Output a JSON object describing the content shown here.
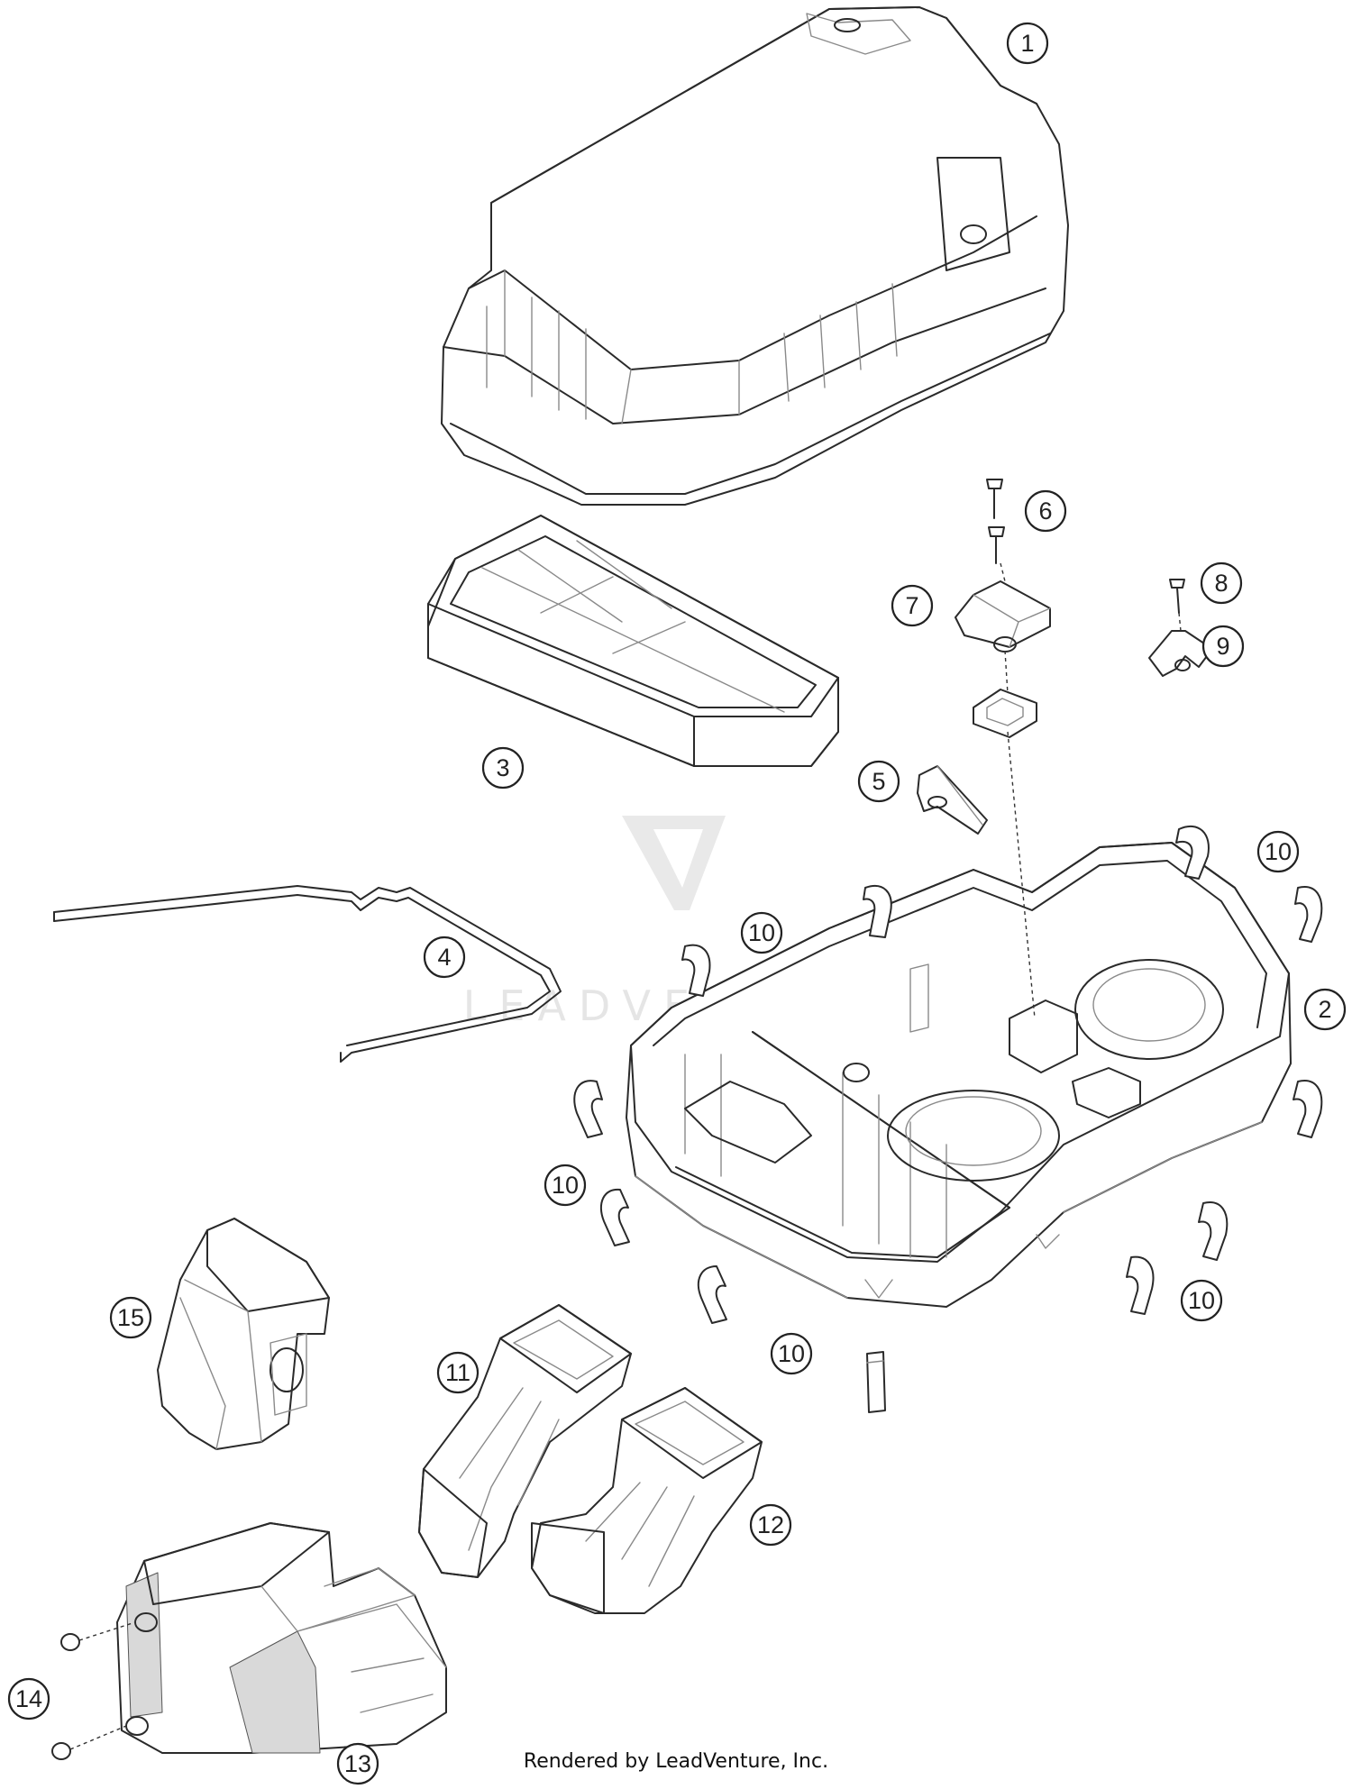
{
  "callouts": [
    {
      "label": "1"
    },
    {
      "label": "2"
    },
    {
      "label": "3"
    },
    {
      "label": "4"
    },
    {
      "label": "5"
    },
    {
      "label": "6"
    },
    {
      "label": "7"
    },
    {
      "label": "8"
    },
    {
      "label": "9"
    },
    {
      "label": "10"
    },
    {
      "label": "10"
    },
    {
      "label": "10"
    },
    {
      "label": "10"
    },
    {
      "label": "10"
    },
    {
      "label": "10"
    },
    {
      "label": "11"
    },
    {
      "label": "12"
    },
    {
      "label": "13"
    },
    {
      "label": "14"
    },
    {
      "label": "15"
    }
  ],
  "watermark": {
    "text": "LEADVENTURE"
  },
  "footer": {
    "credit": "Rendered by LeadVenture, Inc."
  }
}
